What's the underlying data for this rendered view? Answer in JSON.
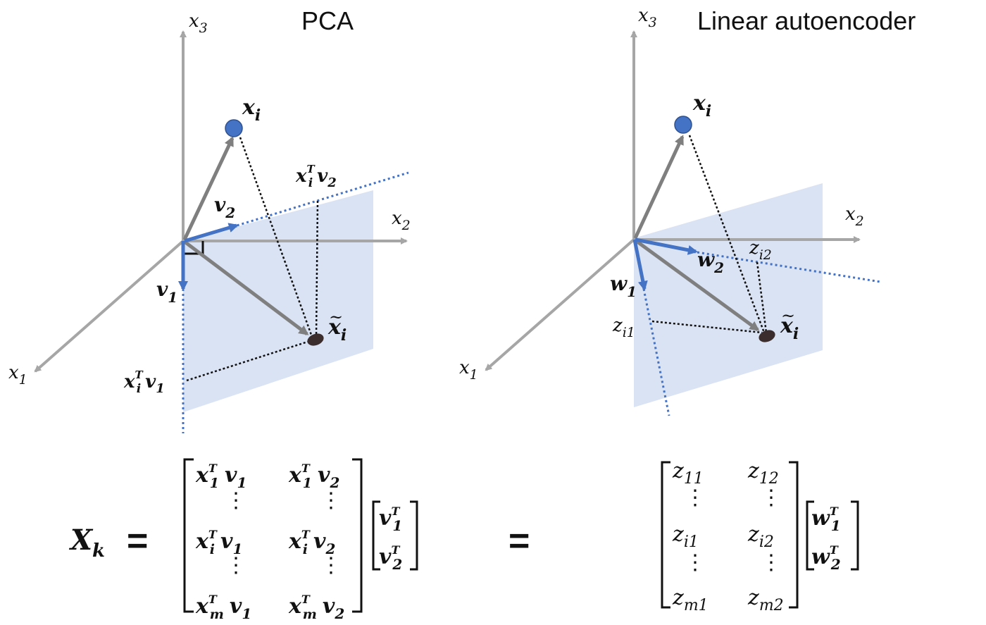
{
  "left_panel": {
    "title": "PCA",
    "axes": {
      "x1": "x",
      "x1_sub": "1",
      "x2": "x",
      "x2_sub": "2",
      "x3": "x",
      "x3_sub": "3"
    },
    "point": {
      "label": "x",
      "sub": "i"
    },
    "projection": {
      "label": "x",
      "sub": "i"
    },
    "v1": {
      "label": "v",
      "sub": "1"
    },
    "v2": {
      "label": "v",
      "sub": "2"
    },
    "proj1": {
      "x": "x",
      "xsub": "i",
      "T": "T",
      "v": "v",
      "vsub": "1"
    },
    "proj2": {
      "x": "x",
      "xsub": "i",
      "T": "T",
      "v": "v",
      "vsub": "2"
    }
  },
  "right_panel": {
    "title": "Linear autoencoder",
    "axes": {
      "x1": "x",
      "x1_sub": "1",
      "x2": "x",
      "x2_sub": "2",
      "x3": "x",
      "x3_sub": "3"
    },
    "point": {
      "label": "x",
      "sub": "i"
    },
    "projection": {
      "label": "x",
      "sub": "i"
    },
    "w1": {
      "label": "w",
      "sub": "1"
    },
    "w2": {
      "label": "w",
      "sub": "2"
    },
    "z1": {
      "label": "z",
      "sub": "i1"
    },
    "z2": {
      "label": "z",
      "sub": "i2"
    }
  },
  "equation": {
    "lhs": "X",
    "lhs_sub": "k",
    "equals": "=",
    "pca_matrix": {
      "rows": [
        [
          {
            "x": "x",
            "xs": "1",
            "v": "v",
            "vs": "1"
          },
          {
            "x": "x",
            "xs": "1",
            "v": "v",
            "vs": "2"
          }
        ],
        [
          {
            "x": "x",
            "xs": "i",
            "v": "v",
            "vs": "1"
          },
          {
            "x": "x",
            "xs": "i",
            "v": "v",
            "vs": "2"
          }
        ],
        [
          {
            "x": "x",
            "xs": "m",
            "v": "v",
            "vs": "1"
          },
          {
            "x": "x",
            "xs": "m",
            "v": "v",
            "vs": "2"
          }
        ]
      ],
      "T": "T",
      "vdots": "⋮"
    },
    "v_vector": [
      {
        "v": "v",
        "vs": "1",
        "T": "T"
      },
      {
        "v": "v",
        "vs": "2",
        "T": "T"
      }
    ],
    "z_matrix": {
      "rows": [
        [
          {
            "z": "z",
            "zs": "11"
          },
          {
            "z": "z",
            "zs": "12"
          }
        ],
        [
          {
            "z": "z",
            "zs": "i1"
          },
          {
            "z": "z",
            "zs": "i2"
          }
        ],
        [
          {
            "z": "z",
            "zs": "m1"
          },
          {
            "z": "z",
            "zs": "m2"
          }
        ]
      ],
      "vdots": "⋮"
    },
    "w_vector": [
      {
        "w": "w",
        "ws": "1",
        "T": "T"
      },
      {
        "w": "w",
        "ws": "2",
        "T": "T"
      }
    ]
  },
  "colors": {
    "axis": "#a6a6a6",
    "arrow": "#7f7f7f",
    "blue": "#4472c4",
    "plane": "#dae3f3",
    "point": "#4472c4",
    "proj_point": "#3b2d2d"
  }
}
